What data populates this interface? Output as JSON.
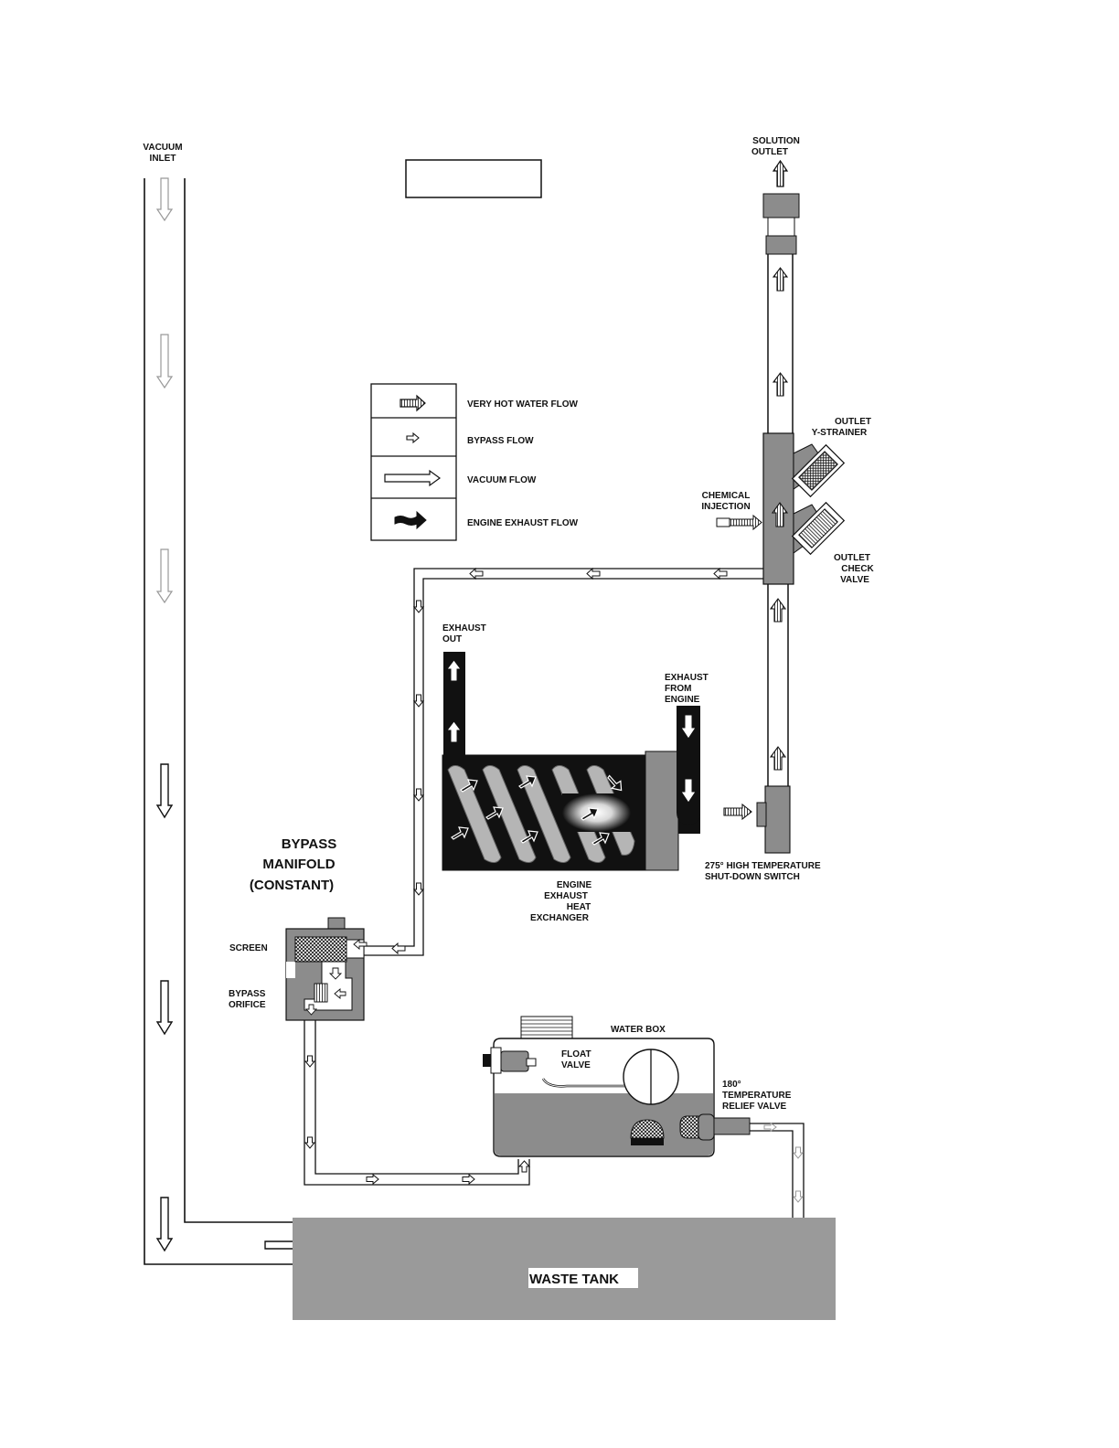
{
  "labels": {
    "vacuum_inlet": [
      "VACUUM",
      "INLET"
    ],
    "solution_outlet": [
      "SOLUTION",
      "OUTLET"
    ],
    "outlet_y_strainer": [
      "OUTLET",
      "Y-STRAINER"
    ],
    "chemical_injection": [
      "CHEMICAL",
      "INJECTION"
    ],
    "outlet_check_valve": [
      "OUTLET",
      "CHECK",
      "VALVE"
    ],
    "exhaust_out": [
      "EXHAUST",
      "OUT"
    ],
    "exhaust_from_engine": [
      "EXHAUST",
      "FROM",
      "ENGINE"
    ],
    "bypass_manifold": [
      "BYPASS",
      "MANIFOLD",
      "(CONSTANT)"
    ],
    "high_temp_switch": [
      "275° HIGH TEMPERATURE",
      "SHUT-DOWN SWITCH"
    ],
    "heat_exchanger": [
      "ENGINE",
      "EXHAUST",
      "HEAT",
      "EXCHANGER"
    ],
    "screen": "SCREEN",
    "bypass_orifice": [
      "BYPASS",
      "ORIFICE"
    ],
    "water_box": "WATER BOX",
    "float_valve": [
      "FLOAT",
      "VALVE"
    ],
    "relief_valve": [
      "180°",
      "TEMPERATURE",
      "RELIEF VALVE"
    ],
    "waste_tank": "WASTE TANK"
  },
  "legend": [
    {
      "label": "VERY HOT WATER FLOW",
      "icon": "hatched-arrow-icon"
    },
    {
      "label": "BYPASS FLOW",
      "icon": "small-outline-arrow-icon"
    },
    {
      "label": "VACUUM FLOW",
      "icon": "long-outline-arrow-icon"
    },
    {
      "label": "ENGINE EXHAUST FLOW",
      "icon": "black-wavy-arrow-icon"
    }
  ],
  "colors": {
    "line": "#111111",
    "component_gray": "#8c8c8c",
    "tank_gray": "#9a9a9a",
    "dark_gray": "#555555",
    "exchanger_black": "#111111"
  }
}
